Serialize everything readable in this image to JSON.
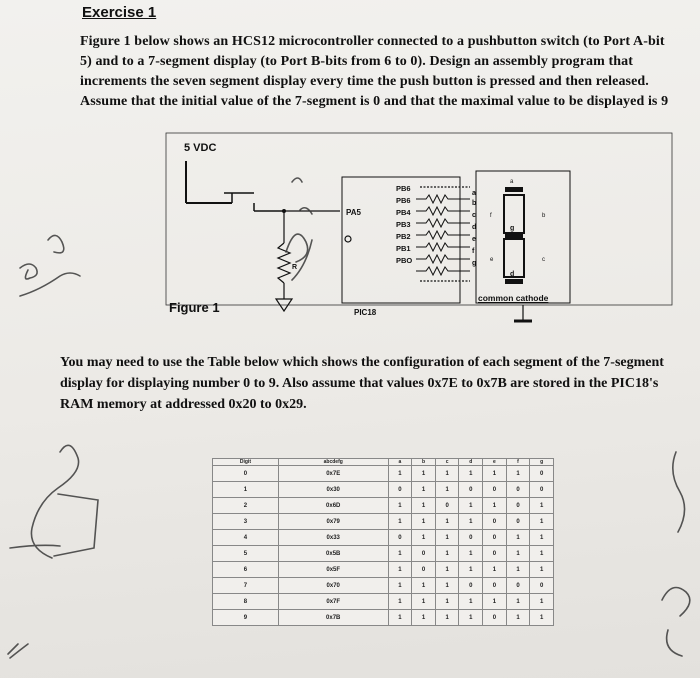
{
  "title": "Exercise 1",
  "intro": "Figure 1 below shows an HCS12 microcontroller connected to a pushbutton switch (to Port A-bit 5) and to a 7-segment display (to Port B-bits from 6 to 0). Design an assembly program that increments the seven segment display every time the push button is pressed and then released. Assume that the initial value of the 7-segment is 0 and that the maximal value to be displayed is 9",
  "figure": {
    "label": "Figure 1",
    "supply": "5 VDC",
    "chip": "PIC18",
    "pin_in": "PA5",
    "pins": [
      "PB6",
      "PB6",
      "PB4",
      "PB3",
      "PB2",
      "PB1",
      "PBO"
    ],
    "resistor": "R",
    "segments_left": [
      "a",
      "b",
      "c",
      "d",
      "e",
      "f",
      "g"
    ],
    "display_segments": [
      "a",
      "f",
      "b",
      "g",
      "e",
      "c",
      "d"
    ],
    "display_label": "common cathode"
  },
  "second": "You may need to use the Table below which shows the configuration of each segment of the 7-segment display for displaying number 0 to 9. Also assume that values 0x7E to 0x7B are stored in the PIC18's RAM memory at addressed 0x20 to 0x29.",
  "table": {
    "headers": [
      "Digit",
      "abcdefg",
      "a",
      "b",
      "c",
      "d",
      "e",
      "f",
      "g"
    ],
    "rows": [
      [
        "0",
        "0x7E",
        "1",
        "1",
        "1",
        "1",
        "1",
        "1",
        "0"
      ],
      [
        "1",
        "0x30",
        "0",
        "1",
        "1",
        "0",
        "0",
        "0",
        "0"
      ],
      [
        "2",
        "0x6D",
        "1",
        "1",
        "0",
        "1",
        "1",
        "0",
        "1"
      ],
      [
        "3",
        "0x79",
        "1",
        "1",
        "1",
        "1",
        "0",
        "0",
        "1"
      ],
      [
        "4",
        "0x33",
        "0",
        "1",
        "1",
        "0",
        "0",
        "1",
        "1"
      ],
      [
        "5",
        "0x5B",
        "1",
        "0",
        "1",
        "1",
        "0",
        "1",
        "1"
      ],
      [
        "6",
        "0x5F",
        "1",
        "0",
        "1",
        "1",
        "1",
        "1",
        "1"
      ],
      [
        "7",
        "0x70",
        "1",
        "1",
        "1",
        "0",
        "0",
        "0",
        "0"
      ],
      [
        "8",
        "0x7F",
        "1",
        "1",
        "1",
        "1",
        "1",
        "1",
        "1"
      ],
      [
        "9",
        "0x7B",
        "1",
        "1",
        "1",
        "1",
        "0",
        "1",
        "1"
      ]
    ]
  },
  "colors": {
    "ink": "#111111",
    "pencil": "#3a3a3a",
    "paper": "#f0efec"
  }
}
